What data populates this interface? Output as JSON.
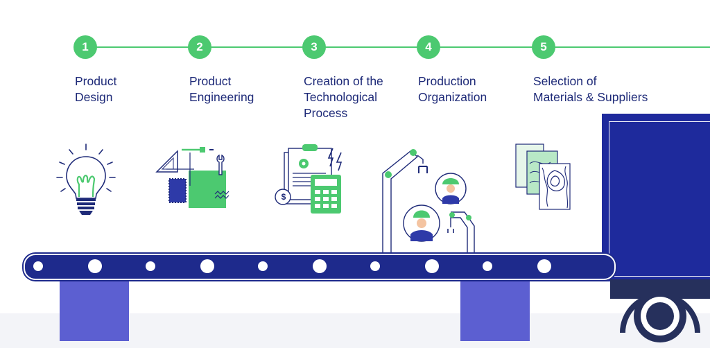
{
  "steps": [
    {
      "number": "1",
      "label": "Product\nDesign"
    },
    {
      "number": "2",
      "label": "Product\nEngineering"
    },
    {
      "number": "3",
      "label": "Creation of the\nTechnological\nProcess"
    },
    {
      "number": "4",
      "label": "Production\nOrganization"
    },
    {
      "number": "5",
      "label": "Selection of\nMaterials & Suppliers"
    }
  ],
  "icons": {
    "dollar_symbol": "$"
  },
  "colors": {
    "accent_green": "#4cc970",
    "navy": "#1e2a78",
    "conveyor_blue": "#1e2a8c",
    "leg_purple": "#5c5fd1",
    "truck_blue": "#1e2a9c"
  }
}
